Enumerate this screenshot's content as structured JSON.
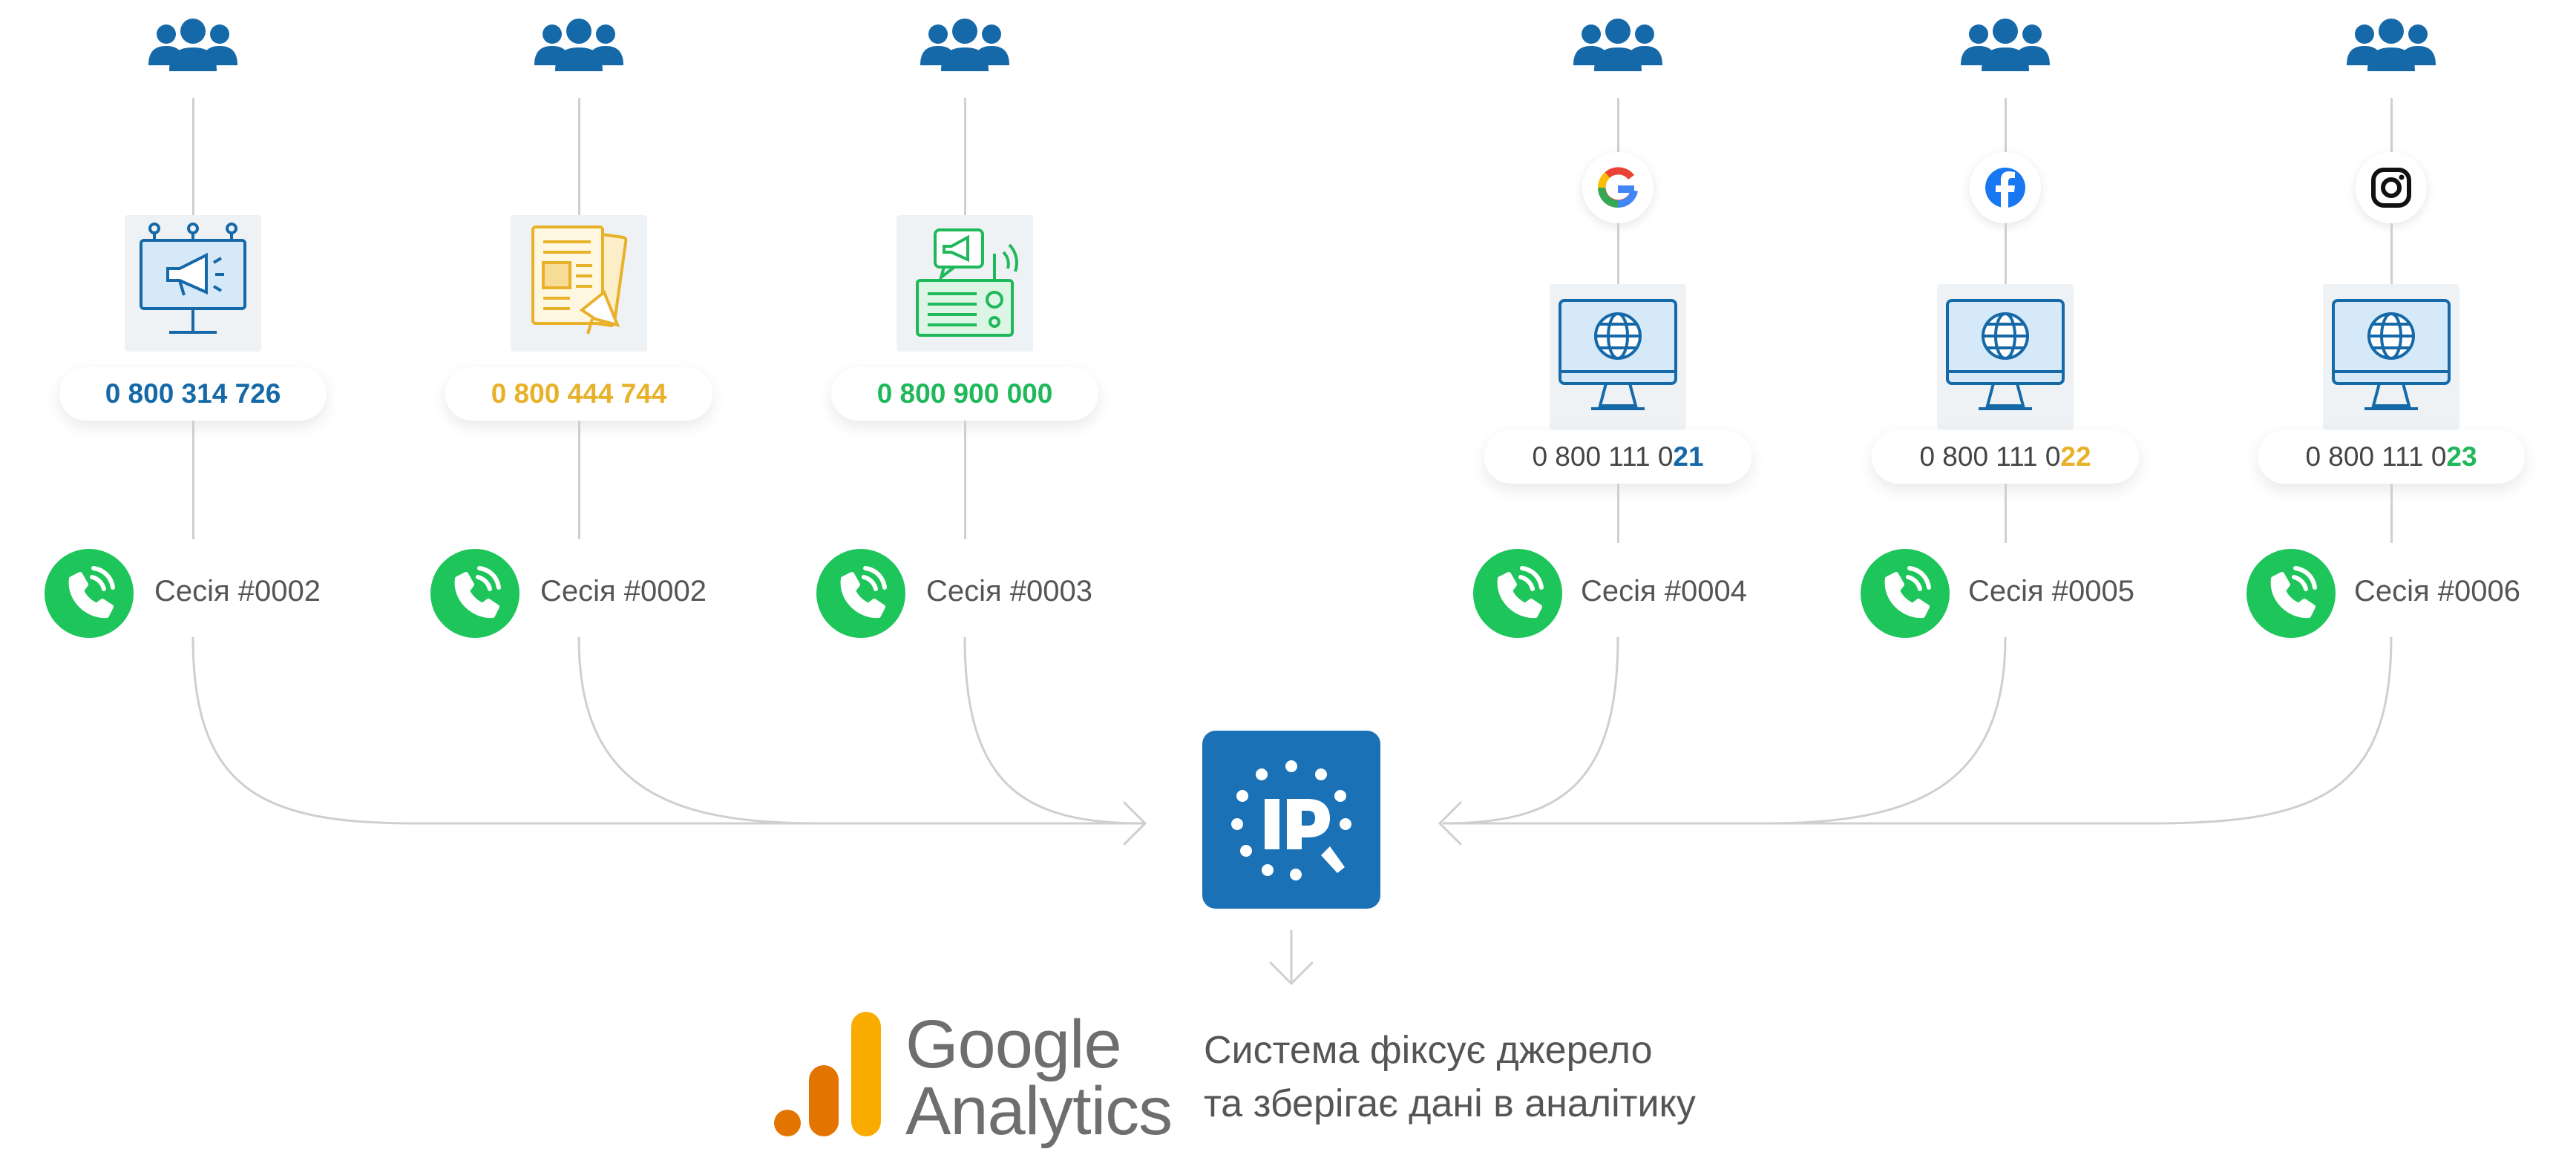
{
  "colors": {
    "blue": "#1669a8",
    "yellow": "#e8b12a",
    "green": "#1fb85a",
    "call_green": "#1ec55a",
    "connector": "#cfcfcf",
    "ip_blue": "#1b71b6"
  },
  "offline_channels": [
    {
      "media_icon": "billboard-icon",
      "phone": "0 800 314 726",
      "phone_color": "#1669a8",
      "session": "Сесія #0002"
    },
    {
      "media_icon": "newspaper-icon",
      "phone": "0 800 444 744",
      "phone_color": "#e8b12a",
      "session": "Сесія #0002"
    },
    {
      "media_icon": "radio-icon",
      "phone": "0 800 900 000",
      "phone_color": "#1fb85a",
      "session": "Сесія #0003"
    }
  ],
  "online_channels": [
    {
      "source_icon": "google-icon",
      "phone_prefix": "0 800 111 0",
      "phone_suffix": "21",
      "suffix_color": "#1669a8",
      "session": "Сесія #0004"
    },
    {
      "source_icon": "facebook-icon",
      "phone_prefix": "0 800 111 0",
      "phone_suffix": "22",
      "suffix_color": "#e8b12a",
      "session": "Сесія #0005"
    },
    {
      "source_icon": "instagram-icon",
      "phone_prefix": "0 800 111 0",
      "phone_suffix": "23",
      "suffix_color": "#1fb85a",
      "session": "Сесія #0006"
    }
  ],
  "hub_icon": "ip-logo-icon",
  "analytics": {
    "brand_line1": "Google",
    "brand_line2": "Analytics",
    "caption_line1": "Система фіксує джерело",
    "caption_line2": "та зберігає дані в аналітику"
  }
}
